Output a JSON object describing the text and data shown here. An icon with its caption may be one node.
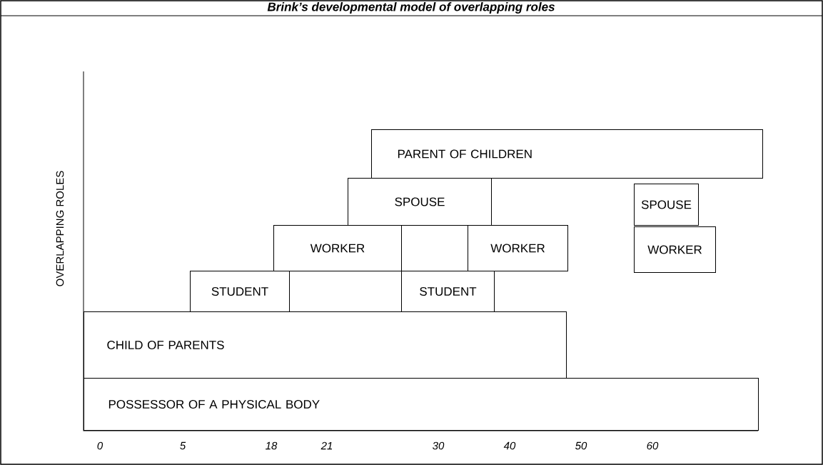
{
  "diagram": {
    "title": "Brink’s developmental model of overlapping roles",
    "nodes": [
      {
        "text": [
          "PARENT OF CHILDREN"
        ]
      },
      {
        "text": [
          "SPOUSE"
        ]
      },
      {
        "text": [
          "SPOUSE"
        ]
      },
      {
        "text": [
          "WORKER"
        ]
      },
      {
        "text": [
          "WORKER"
        ]
      },
      {
        "text": [
          "WORKER"
        ]
      },
      {
        "text": [
          "STUDENT"
        ]
      },
      {
        "text": [
          "STUDENT"
        ]
      },
      {
        "text": [
          "CHILD OF PARENTS"
        ]
      },
      {
        "text": [
          "POSSESSOR OF A PHYSICAL BODY"
        ]
      }
    ],
    "labels": [
      "OVERLAPPING ROLES",
      "0",
      "5",
      "18",
      "21",
      "30",
      "40",
      "50",
      "60"
    ]
  }
}
